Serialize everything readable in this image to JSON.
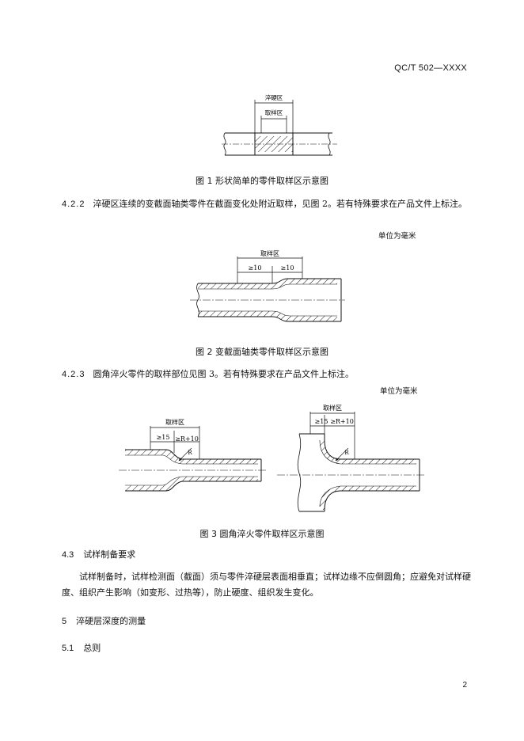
{
  "header": {
    "code": "QC/T 502—XXXX"
  },
  "figure1": {
    "label_outer": "淬硬区",
    "label_inner": "取样区",
    "caption": "图 1   形状简单的零件取样区示意图"
  },
  "para_422": {
    "num": "4.2.2",
    "text": "淬硬区连续的变截面轴类零件在截面变化处附近取样，见图 2。若有特殊要求在产品文件上标注。"
  },
  "unit_label_1": "单位为毫米",
  "figure2": {
    "label_top": "取样区",
    "dim_left": "≥10",
    "dim_right": "≥10",
    "caption": "图 2   变截面轴类零件取样区示意图"
  },
  "para_423": {
    "num": "4.2.3",
    "text": "圆角淬火零件的取样部位见图 3。若有特殊要求在产品文件上标注。"
  },
  "unit_label_2": "单位为毫米",
  "figure3": {
    "left": {
      "label_top": "取样区",
      "dim1": "≥15",
      "dim2": "≥R+10",
      "radius": "R"
    },
    "right": {
      "label_top": "取样区",
      "dim1": "≥15",
      "dim2": "≥R+10",
      "radius": "R"
    },
    "caption": "图 3   圆角淬火零件取样区示意图"
  },
  "section_43": {
    "num": "4.3",
    "title": "试样制备要求"
  },
  "para_43": {
    "text": "试样制备时，试样检测面（截面）须与零件淬硬层表面相垂直；试样边缘不应倒圆角；应避免对试样硬度、组织产生影响（如变形、过热等），防止硬度、组织发生变化。"
  },
  "section_5": {
    "num": "5",
    "title": "淬硬层深度的测量"
  },
  "section_51": {
    "num": "5.1",
    "title": "总则"
  },
  "footer": {
    "page_number": "2"
  }
}
